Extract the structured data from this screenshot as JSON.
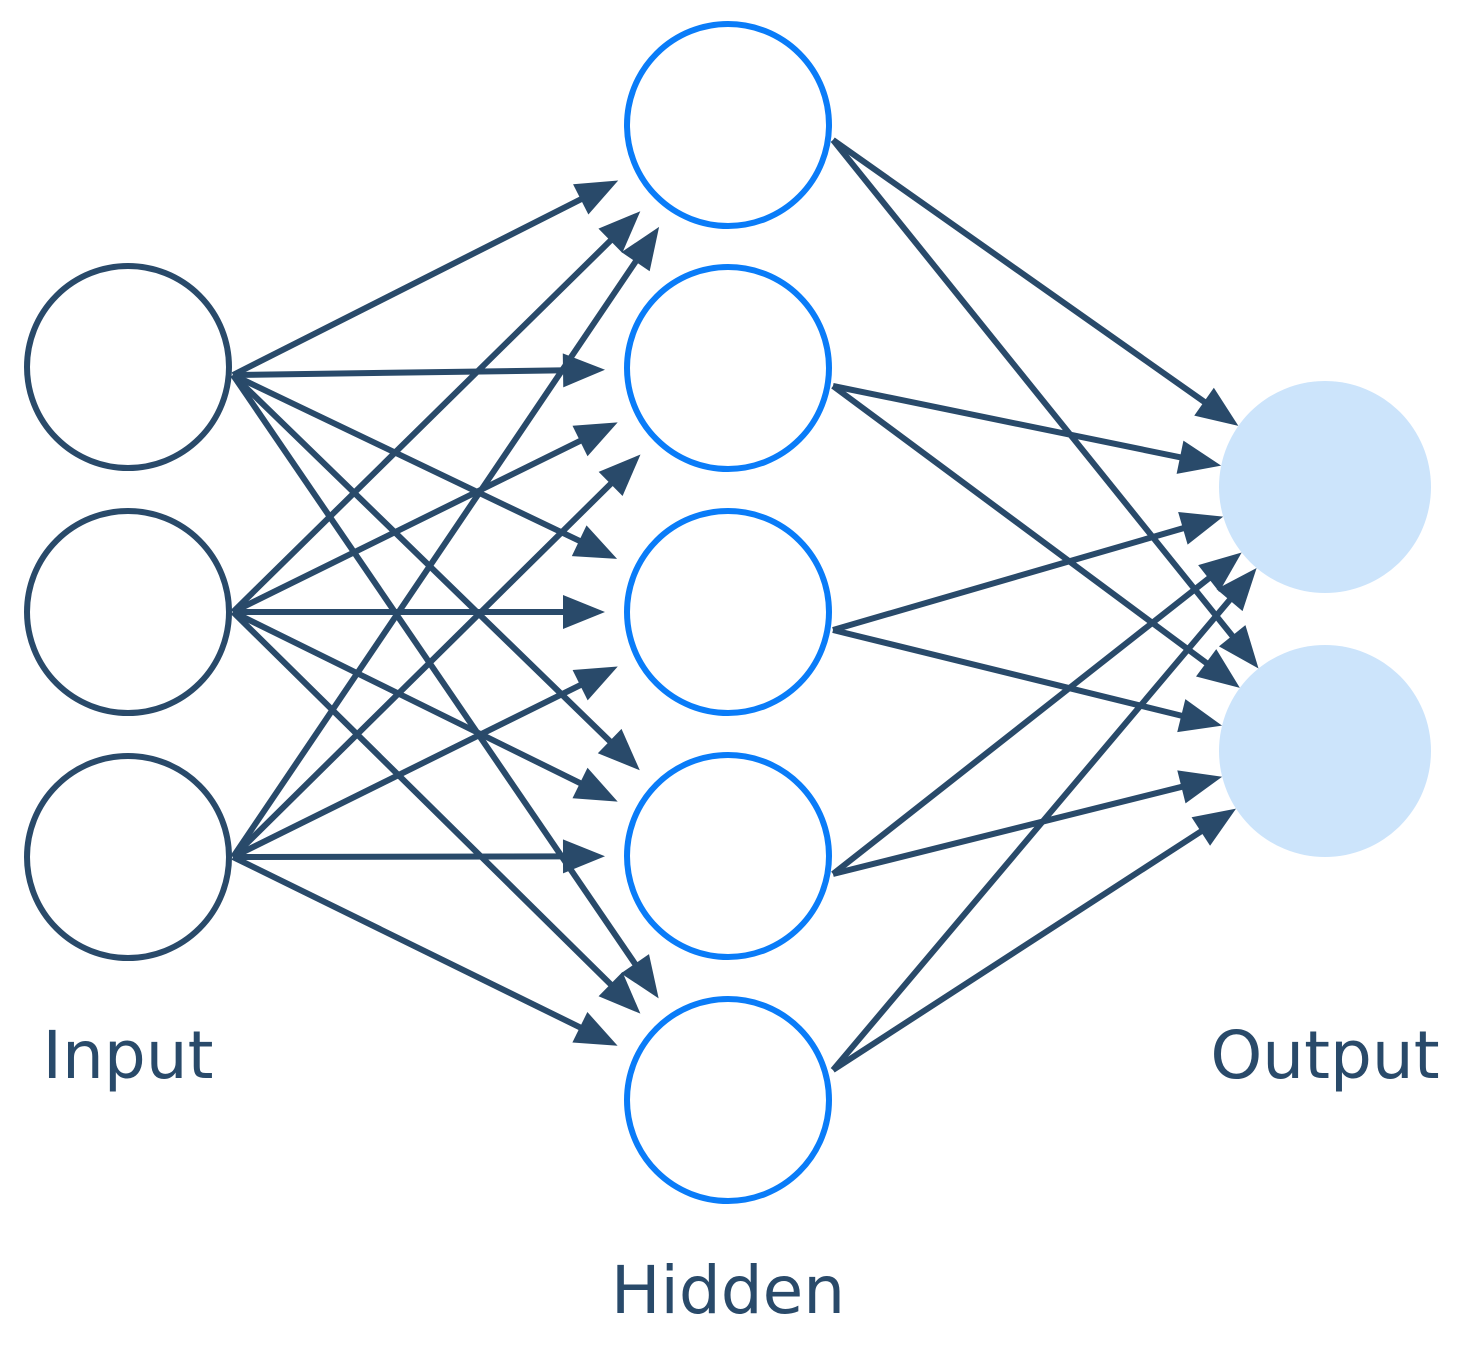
{
  "title": "Neural network diagram",
  "colors": {
    "edge": "#294a6a",
    "input_stroke": "#294a6a",
    "hidden_stroke": "#0a7cf8",
    "output_fill": "#cce4fb",
    "label": "#294a6a"
  },
  "layers": [
    {
      "id": "input",
      "label": "Input",
      "node_count": 3,
      "style": "outlined-dark"
    },
    {
      "id": "hidden",
      "label": "Hidden",
      "node_count": 5,
      "style": "outlined-blue"
    },
    {
      "id": "output",
      "label": "Output",
      "node_count": 2,
      "style": "filled-light-blue"
    }
  ],
  "connections": [
    {
      "from": "input",
      "to": "hidden",
      "type": "fully-connected",
      "directed": true
    },
    {
      "from": "hidden",
      "to": "output",
      "type": "fully-connected",
      "directed": true
    }
  ]
}
